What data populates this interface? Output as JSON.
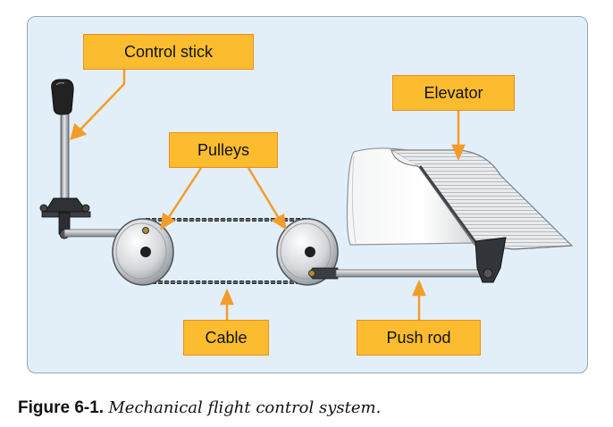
{
  "labels": {
    "control_stick": "Control stick",
    "elevator": "Elevator",
    "pulleys": "Pulleys",
    "cable": "Cable",
    "push_rod": "Push rod"
  },
  "caption": {
    "figure_number": "Figure 6-1.",
    "text": "Mechanical flight control system."
  },
  "colors": {
    "panel_bg": "#e3eff8",
    "panel_border": "#98a6b2",
    "label_fill": "#fbbd2f",
    "label_border": "#ef8a1c",
    "arrow": "#f39c2a"
  }
}
